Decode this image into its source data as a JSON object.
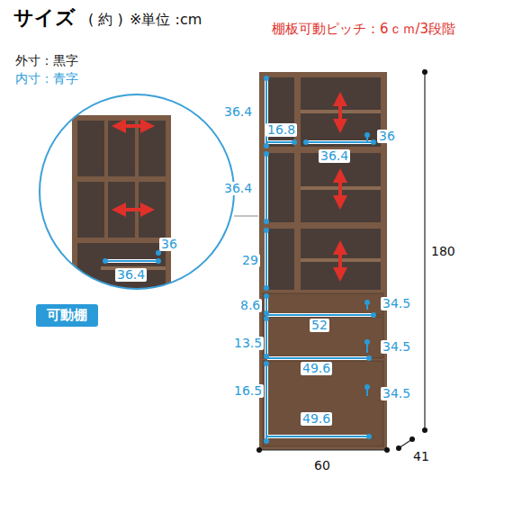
{
  "diagram": {
    "title": "サイズ",
    "nodes": [
      {
        "text": [
          "可動棚"
        ]
      }
    ],
    "labels": [
      "( 約 )",
      "※単位 :cm",
      "棚板可動ピッチ：6ｃｍ/3段階",
      "外寸：黒字",
      "内寸：青字",
      "36",
      "36.4",
      "36.4",
      "16.8",
      "36",
      "36.4",
      "36.4",
      "29",
      "8.6",
      "34.5",
      "52",
      "13.5",
      "34.5",
      "49.6",
      "16.5",
      "34.5",
      "49.6",
      "180",
      "60",
      "41"
    ]
  }
}
